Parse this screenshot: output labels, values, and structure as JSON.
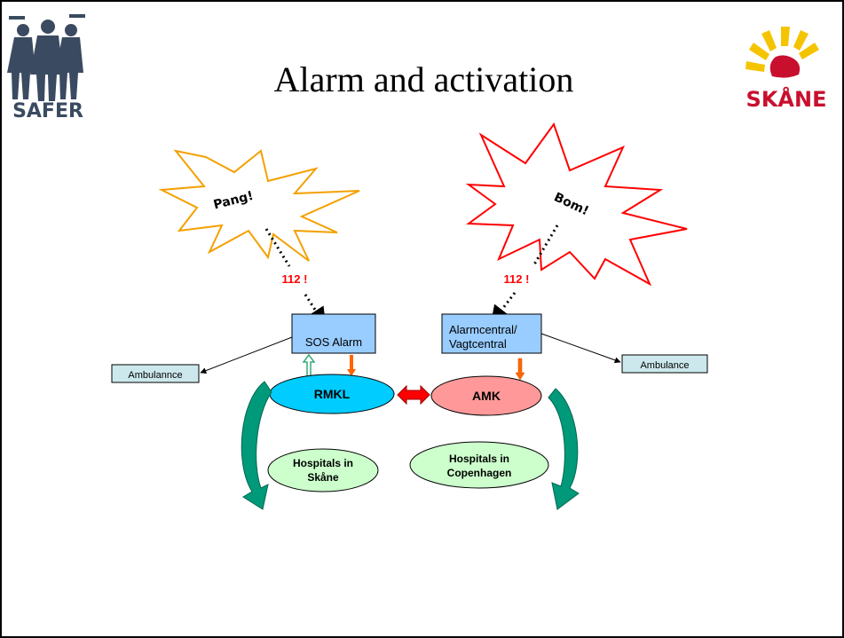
{
  "slide": {
    "title": "Alarm and activation",
    "logo_left_text": "SAFER",
    "logo_right_text": "SKÅNE"
  },
  "diagram": {
    "burst_left": {
      "text": "Pang!",
      "color": "#f4a000"
    },
    "burst_right": {
      "text": "Bom!",
      "color": "#ff0000"
    },
    "call_left": "112 !",
    "call_right": "112 !",
    "box_left": {
      "label": "SOS Alarm"
    },
    "box_right": {
      "line1": "Alarmcentral/",
      "line2": "Vagtcentral"
    },
    "amb_left": "Ambulannce",
    "amb_right": "Ambulance",
    "ellipse_left": "RMKL",
    "ellipse_right": "AMK",
    "hosp_left": {
      "line1": "Hospitals in",
      "line2": "Skåne"
    },
    "hosp_right": {
      "line1": "Hospitals in",
      "line2": "Copenhagen"
    },
    "colors": {
      "box_fill": "#99ccff",
      "amb_fill": "#cce8ec",
      "rmkl_fill": "#00ccff",
      "amk_fill": "#ff9999",
      "hosp_fill": "#ccffcc",
      "curve_arrow": "#00997a",
      "up_arrow": "#33aa77",
      "down_arrow": "#ff6600",
      "double_arrow": "#ff0000"
    }
  }
}
